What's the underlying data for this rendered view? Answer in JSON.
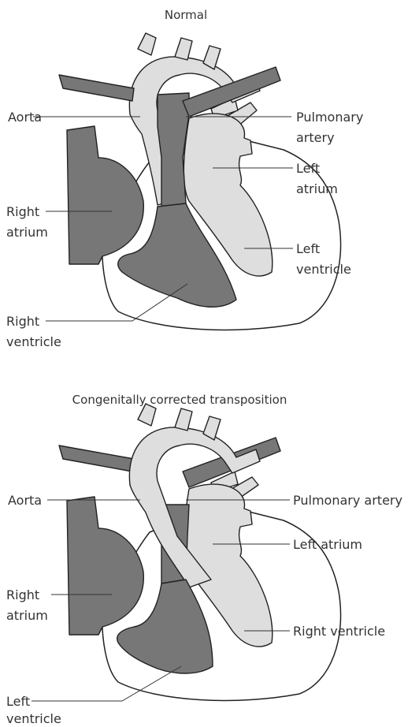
{
  "diagrams": [
    {
      "title": "Normal",
      "labels": {
        "aorta": "Aorta",
        "pulmonary_artery_line1": "Pulmonary",
        "pulmonary_artery_line2": "artery",
        "left_atrium_line1": "Left",
        "left_atrium_line2": "atrium",
        "right_atrium_line1": "Right",
        "right_atrium_line2": "atrium",
        "left_ventricle_line1": "Left",
        "left_ventricle_line2": "ventricle",
        "right_ventricle_line1": "Right",
        "right_ventricle_line2": "ventricle"
      }
    },
    {
      "title": "Congenitally corrected transposition",
      "labels": {
        "aorta": "Aorta",
        "pulmonary_artery": "Pulmonary artery",
        "left_atrium": "Left atrium",
        "right_atrium_line1": "Right",
        "right_atrium_line2": "atrium",
        "right_ventricle": "Right ventricle",
        "left_ventricle_line1": "Left",
        "left_ventricle_line2": "ventricle"
      }
    }
  ],
  "colors": {
    "deoxygenated": "#777777",
    "oxygenated": "#dedede",
    "outline": "#222222"
  }
}
